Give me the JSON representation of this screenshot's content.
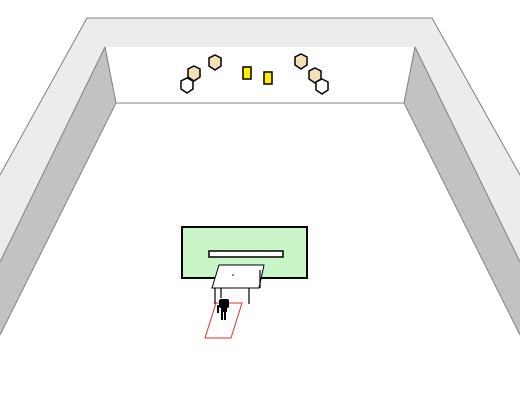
{
  "scene": {
    "view": "isometric-room",
    "colors": {
      "background": "#ffffff",
      "wall_top": "#ececec",
      "wall_side": "#c2c2c2",
      "wall_back": "#ffffff",
      "outline": "#808080",
      "gem_fill": "#f3e0b6",
      "gem_stroke": "#000000",
      "tile_fill": "#ffee00",
      "tile_stroke": "#000000",
      "board_fill": "#c8f5c8",
      "board_stroke": "#000000",
      "slot_fill": "#ffffff",
      "table_fill": "#ffffff",
      "figure_fill": "#000000",
      "selection": "#e03030"
    },
    "objects": {
      "wall_decorations": [
        {
          "type": "hexagon",
          "icon": "hexagon-gem-icon"
        },
        {
          "type": "hexagon",
          "icon": "hexagon-gem-icon"
        },
        {
          "type": "hexagon",
          "icon": "hexagon-outline-icon"
        },
        {
          "type": "rectangle",
          "icon": "yellow-tile-icon"
        },
        {
          "type": "rectangle",
          "icon": "yellow-tile-icon"
        },
        {
          "type": "hexagon",
          "icon": "hexagon-gem-icon"
        },
        {
          "type": "hexagon",
          "icon": "hexagon-gem-icon"
        },
        {
          "type": "hexagon",
          "icon": "hexagon-outline-icon"
        }
      ],
      "board": {
        "icon": "green-board-icon"
      },
      "table": {
        "icon": "table-icon"
      },
      "character": {
        "icon": "person-icon",
        "selected": true
      }
    }
  }
}
